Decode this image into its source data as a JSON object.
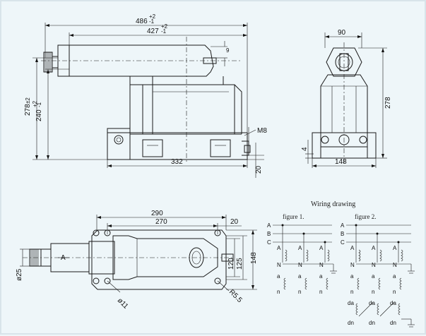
{
  "dims": {
    "d486": "486",
    "d486_tol": "+2",
    "d486_tol2": "-1",
    "d427": "427",
    "d427_tol": "+2",
    "d427_tol2": "-1",
    "d9": "9",
    "d278": "278",
    "d278_tol": "±2",
    "d240": "240",
    "d240_tol": "+2",
    "d240_tol2": "-1",
    "m8": "M8",
    "d332": "332",
    "d20": "20",
    "d90": "90",
    "d278b": "278",
    "d4": "4",
    "d148": "148",
    "d290": "290",
    "d270": "270",
    "d20b": "20",
    "d120": "120",
    "d125": "125",
    "d148b": "148",
    "phi25": "ø25",
    "phi11": "ø11",
    "r55": "R5.5",
    "arrow_a": "A"
  },
  "wiring": {
    "title": "Wiring drawing",
    "figure1": "figure 1.",
    "figure2": "figure 2.",
    "lines": [
      "A",
      "B",
      "C"
    ],
    "terminal_a": "A",
    "terminal_n": "N",
    "terminal_a_small": "a",
    "terminal_n_small": "n",
    "terminal_da": "da",
    "terminal_dn": "dn"
  }
}
